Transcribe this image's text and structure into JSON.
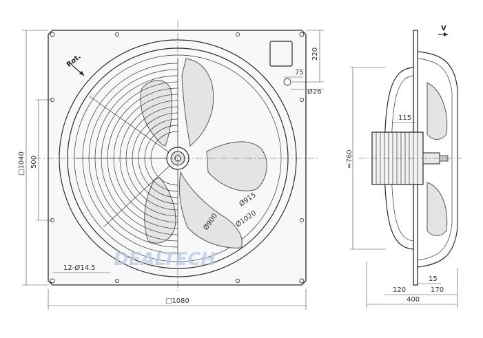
{
  "front_view": {
    "dims": {
      "plate_height": "□1040",
      "hole_spacing": "500",
      "holes": "12-Ø14.5",
      "plate_width": "□1080",
      "box_offset": "220",
      "box_width": "75",
      "cable_gland": "Ø26",
      "d915": "Ø915",
      "d1020": "Ø1020",
      "d900": "Ø900"
    },
    "rotation_label": "Rot."
  },
  "side_view": {
    "airflow_label": "V",
    "dims": {
      "motor_length": "115",
      "guard_height": "≈760",
      "flange": "15",
      "offset_120": "120",
      "offset_170": "170",
      "depth": "400"
    }
  },
  "watermark": "DEALTECH"
}
